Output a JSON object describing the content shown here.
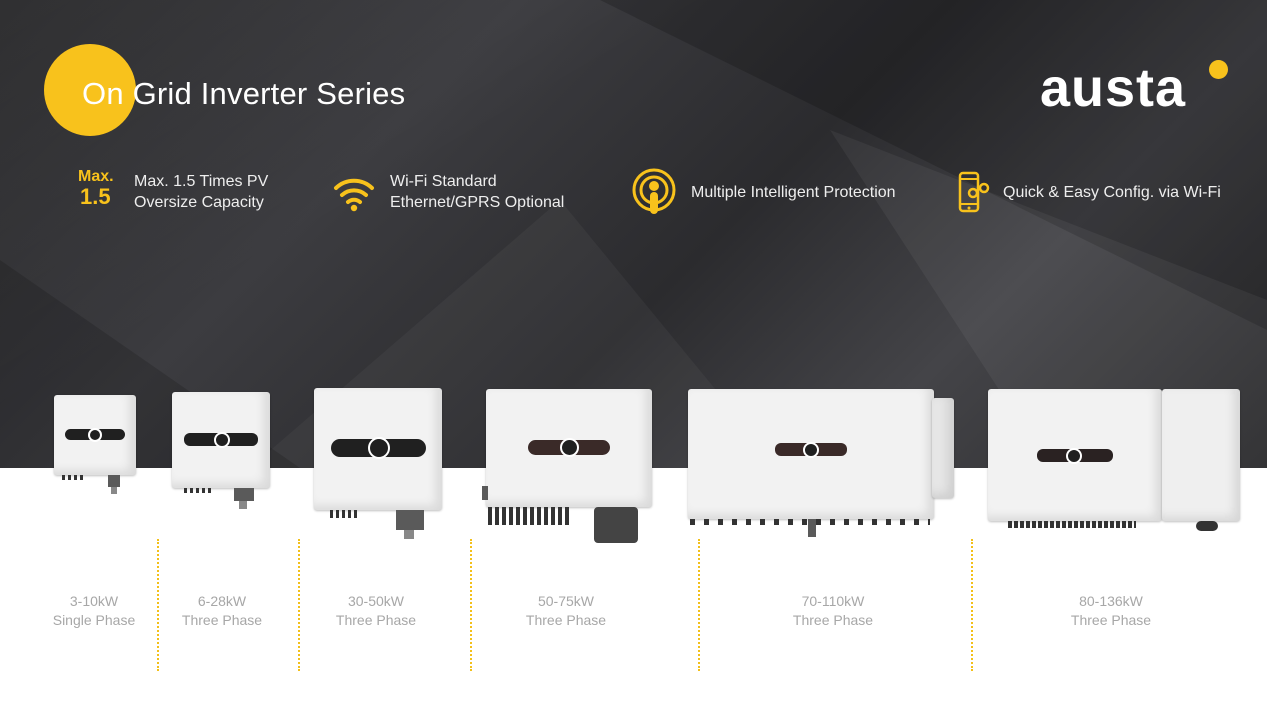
{
  "header": {
    "title": "On Grid Inverter Series",
    "logo_text": "austa"
  },
  "colors": {
    "accent": "#f8c21c",
    "dark_bg": "#2e2e31",
    "label_gray": "#a7a7a7"
  },
  "features": [
    {
      "badge_small": "Max.",
      "badge_big": "1.5",
      "line1": "Max. 1.5 Times PV",
      "line2": "Oversize Capacity",
      "icon": "max-badge"
    },
    {
      "line1": "Wi-Fi Standard",
      "line2": "Ethernet/GPRS Optional",
      "icon": "wifi-icon"
    },
    {
      "line1": "Multiple Intelligent Protection",
      "icon": "protection-icon"
    },
    {
      "line1": "Quick & Easy Config. via Wi-Fi",
      "icon": "phone-config-icon"
    }
  ],
  "products": [
    {
      "power": "3-10kW",
      "phase": "Single Phase"
    },
    {
      "power": "6-28kW",
      "phase": "Three Phase"
    },
    {
      "power": "30-50kW",
      "phase": "Three Phase"
    },
    {
      "power": "50-75kW",
      "phase": "Three Phase"
    },
    {
      "power": "70-110kW",
      "phase": "Three Phase"
    },
    {
      "power": "80-136kW",
      "phase": "Three Phase"
    }
  ]
}
